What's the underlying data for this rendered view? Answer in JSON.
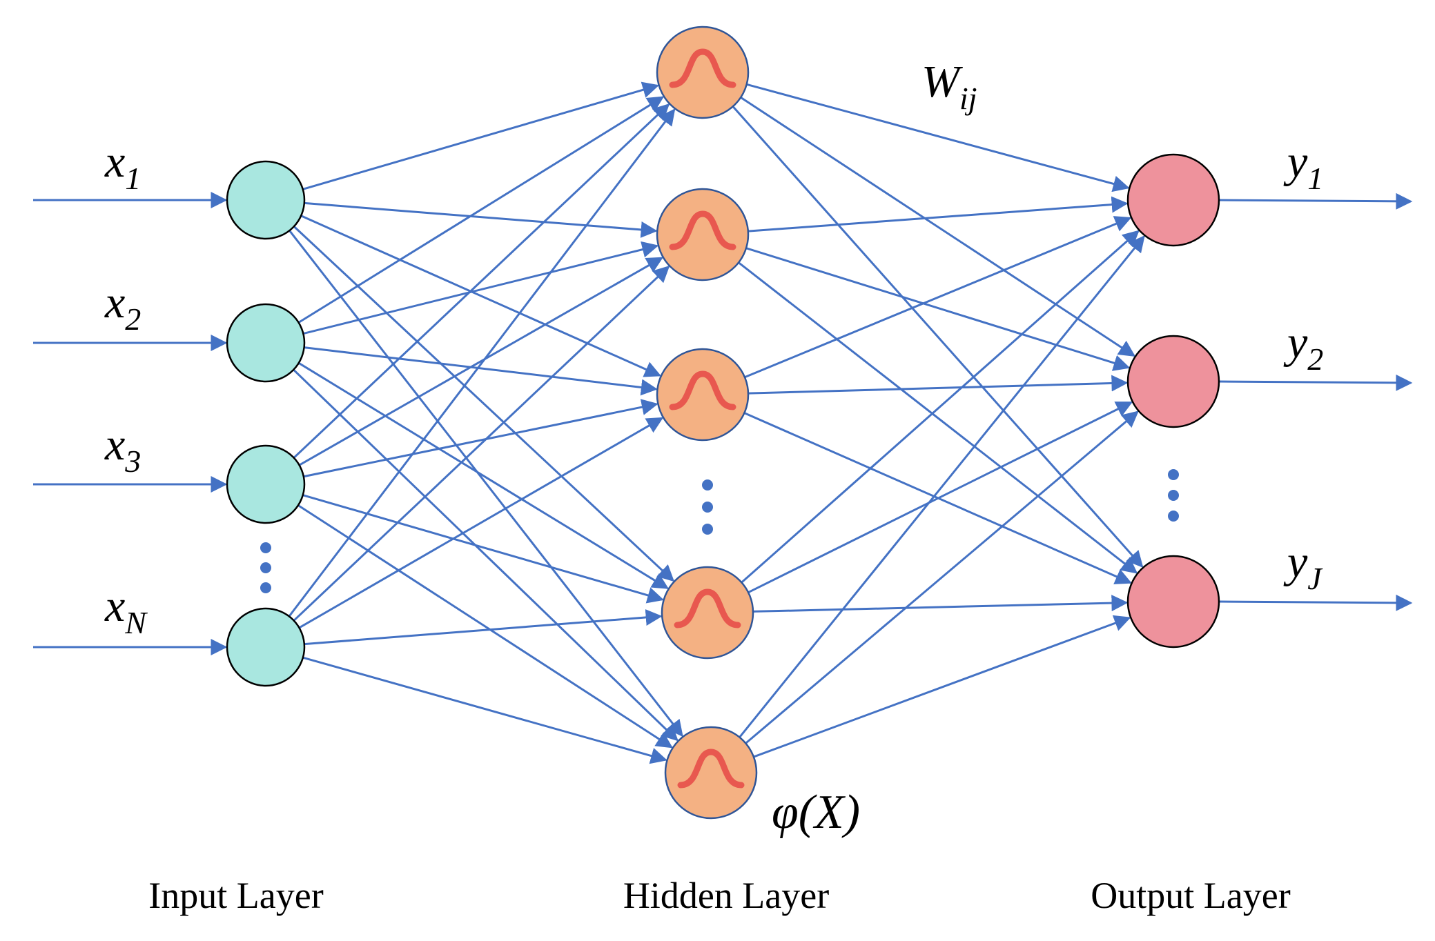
{
  "colors": {
    "edge": "#4472c4",
    "input_fill": "#a9e7e0",
    "hidden_fill": "#f4b183",
    "gaussian": "#e8584f",
    "output_fill": "#ee929c",
    "node_stroke_input": "#000000",
    "node_stroke_hidden": "#2f5597",
    "node_stroke_output": "#000000",
    "text": "#000000"
  },
  "input": {
    "labels": [
      {
        "base": "x",
        "sub": "1"
      },
      {
        "base": "x",
        "sub": "2"
      },
      {
        "base": "x",
        "sub": "3"
      },
      {
        "base": "x",
        "sub": "N"
      }
    ],
    "title": "Input Layer"
  },
  "hidden": {
    "count_visible": 5,
    "icon": "gaussian-curve-icon",
    "activation_label": "φ(X)",
    "title": "Hidden Layer"
  },
  "output": {
    "labels": [
      {
        "base": "y",
        "sub": "1"
      },
      {
        "base": "y",
        "sub": "2"
      },
      {
        "base": "y",
        "sub": "J"
      }
    ],
    "title": "Output Layer"
  },
  "weight_label": {
    "base": "W",
    "sub": "ij"
  },
  "ellipsis": "⋮"
}
